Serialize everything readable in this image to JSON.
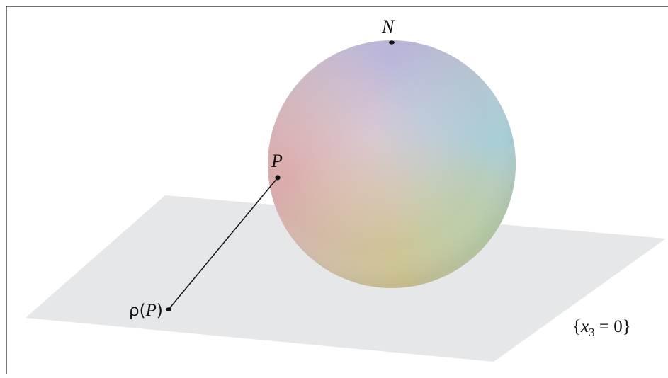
{
  "diagram": {
    "points": {
      "north_pole": {
        "label": "N"
      },
      "point_p": {
        "label": "P"
      },
      "projection": {
        "label_func": "ρ(",
        "label_arg": "P",
        "label_close": ")"
      }
    },
    "plane": {
      "label_open": "{",
      "label_var": "x",
      "label_sub": "3",
      "label_rest": " = 0}"
    },
    "colors": {
      "plane": "#e6e7e8",
      "frame": "#231f20",
      "line": "#111111",
      "point": "#111111",
      "sphere_top": "#b2aed8",
      "sphere_left": "#d9a6a6",
      "sphere_right": "#a6cfd6",
      "sphere_bottom": "#c9c58f"
    }
  }
}
